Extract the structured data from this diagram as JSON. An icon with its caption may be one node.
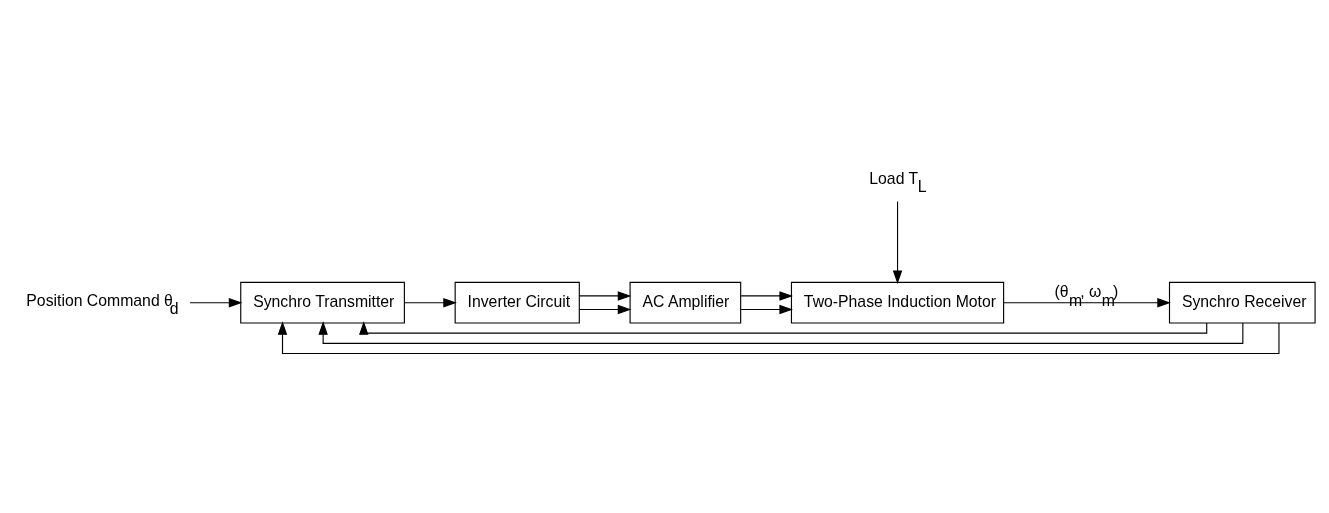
{
  "diagram": {
    "nodes": [
      {
        "text": [
          "Position Command θ$_{d}$"
        ]
      },
      {
        "text": [
          "Synchro Transmitter"
        ]
      },
      {
        "text": [
          "Inverter Circuit"
        ]
      },
      {
        "text": [
          "AC Amplifier"
        ]
      },
      {
        "text": [
          "Two-Phase Induction Motor"
        ]
      },
      {
        "text": [
          "Synchro Receiver"
        ]
      },
      {
        "text": [
          "Load T$_{L}$"
        ]
      }
    ],
    "edges": [
      {
        "from": 0,
        "to": 1,
        "arrow": "to"
      },
      {
        "from": 1,
        "to": 2,
        "arrow": "to"
      },
      {
        "from": 2,
        "to": 3,
        "arrow": "to"
      },
      {
        "from": 2,
        "to": 3,
        "arrow": "to"
      },
      {
        "from": 3,
        "to": 4,
        "arrow": "to"
      },
      {
        "from": 3,
        "to": 4,
        "arrow": "to"
      },
      {
        "from": 6,
        "to": 4,
        "arrow": "to"
      },
      {
        "from": 4,
        "to": 5,
        "arrow": "to",
        "label": "(θ$_{m}$, ω$_{m}$)"
      },
      {
        "from": 5,
        "to": 1,
        "arrow": "to"
      },
      {
        "from": 5,
        "to": 1,
        "arrow": "to"
      },
      {
        "from": 5,
        "to": 1,
        "arrow": "to"
      }
    ]
  }
}
